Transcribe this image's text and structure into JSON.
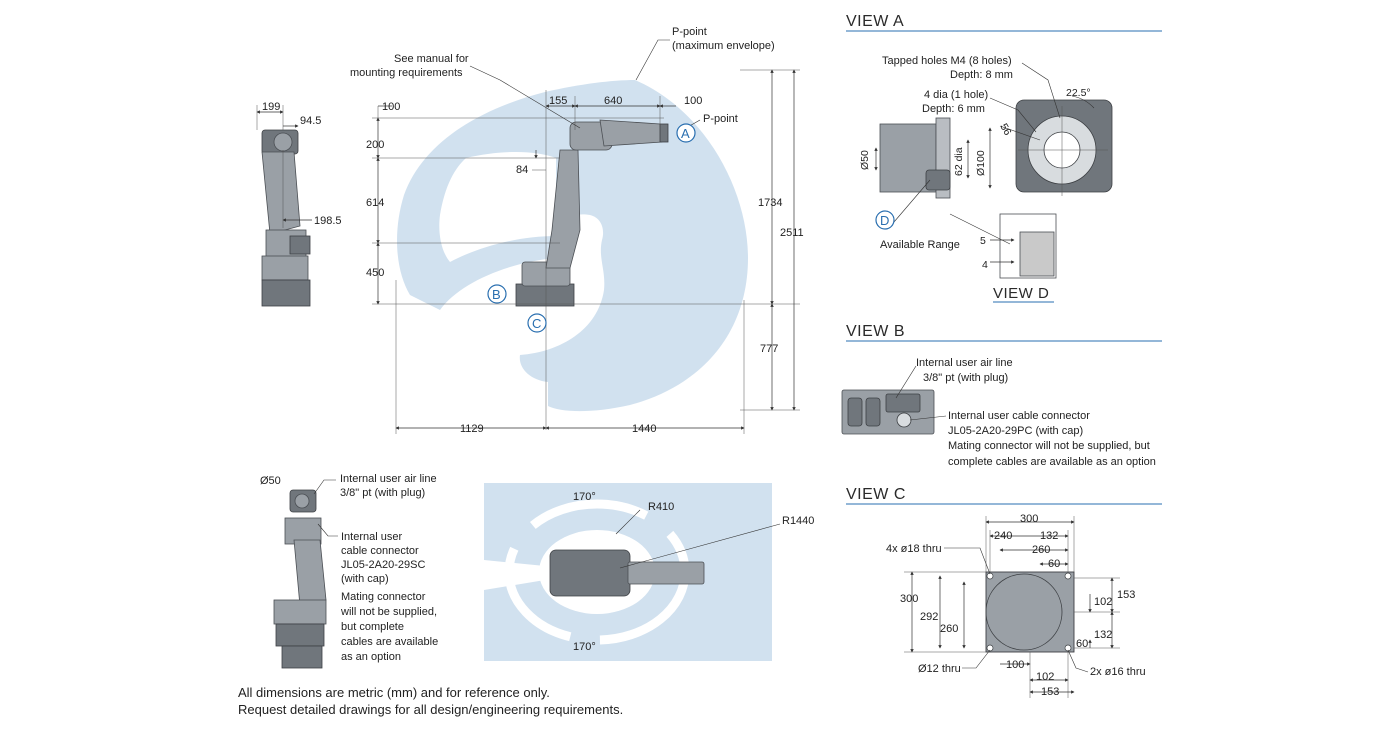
{
  "headings": {
    "view_a": "VIEW A",
    "view_b": "VIEW B",
    "view_c": "VIEW C",
    "view_d": "VIEW D"
  },
  "markers": {
    "a": "A",
    "b": "B",
    "c": "C",
    "d": "D"
  },
  "side_view": {
    "d199": "199",
    "d94_5": "94.5",
    "d198_5": "198.5"
  },
  "main_view": {
    "p_point_title_1": "P-point",
    "p_point_title_2": "(maximum envelope)",
    "p_point_label": "P-point",
    "mounting_note_1": "See manual for",
    "mounting_note_2": "mounting requirements",
    "d100_left": "100",
    "d155": "155",
    "d640": "640",
    "d100_right": "100",
    "d200": "200",
    "d84": "84",
    "d614": "614",
    "d450": "450",
    "d1734": "1734",
    "d2511": "2511",
    "d777": "777",
    "d1129": "1129",
    "d1440": "1440"
  },
  "front_view": {
    "d50": "Ø50",
    "air_line_1": "Internal user air line",
    "air_line_2": "3/8\" pt (with plug)",
    "cable_1": "Internal user",
    "cable_2": "cable connector",
    "cable_3": "JL05-2A20-29SC",
    "cable_4": "(with cap)",
    "cable_5": "Mating connector",
    "cable_6": "will not be supplied,",
    "cable_7": "but complete",
    "cable_8": "cables are available",
    "cable_9": "as an option"
  },
  "top_view": {
    "angle_top": "170°",
    "angle_bottom": "170°",
    "r410": "R410",
    "r1440": "R1440"
  },
  "view_a": {
    "tapped_1": "Tapped holes M4 (8 holes)",
    "tapped_2": "Depth: 8 mm",
    "dia_1": "4 dia (1 hole)",
    "dia_2": "Depth: 6 mm",
    "angle": "22.5°",
    "d56": "56",
    "d50": "Ø50",
    "d62": "62 dia",
    "d100": "Ø100",
    "available_range": "Available Range",
    "d5": "5",
    "d4": "4"
  },
  "view_b": {
    "air_1": "Internal user air line",
    "air_2": "3/8\" pt (with plug)",
    "cable_1": "Internal user cable connector",
    "cable_2": "JL05-2A20-29PC (with cap)",
    "cable_3": "Mating connector will not be supplied, but",
    "cable_4": "complete cables are available as an option"
  },
  "view_c": {
    "d300_top": "300",
    "d240": "240",
    "d132_top": "132",
    "d260_top": "260",
    "d60_top": "60",
    "holes18": "4x ø18 thru",
    "d300_left": "300",
    "d292": "292",
    "d260_left": "260",
    "d102_right": "102",
    "d153_right": "153",
    "d132_right": "132",
    "d60_right": "60",
    "d12": "Ø12 thru",
    "d100": "100",
    "holes16": "2x ø16 thru",
    "d102_bottom": "102",
    "d153_bottom": "153"
  },
  "notes": {
    "line1": "All dimensions are metric (mm) and for reference only.",
    "line2": "Request detailed drawings for all design/engineering requirements."
  }
}
